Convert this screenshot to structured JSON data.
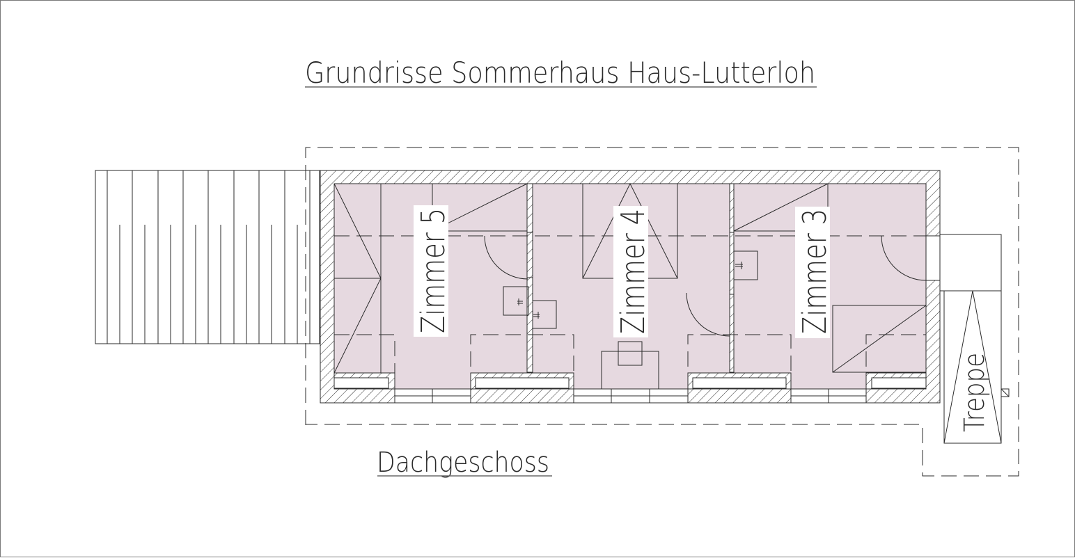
{
  "drawing": {
    "title": "Grundrisse Sommerhaus Haus-Lutterloh",
    "floor_label": "Dachgeschoss",
    "rooms": [
      {
        "name": "Zimmer 5"
      },
      {
        "name": "Zimmer 4"
      },
      {
        "name": "Zimmer 3"
      }
    ],
    "stair_label": "Treppe",
    "colors": {
      "room_fill": "#e6d9e0",
      "line": "#2a2a2a",
      "background": "#ffffff"
    }
  }
}
